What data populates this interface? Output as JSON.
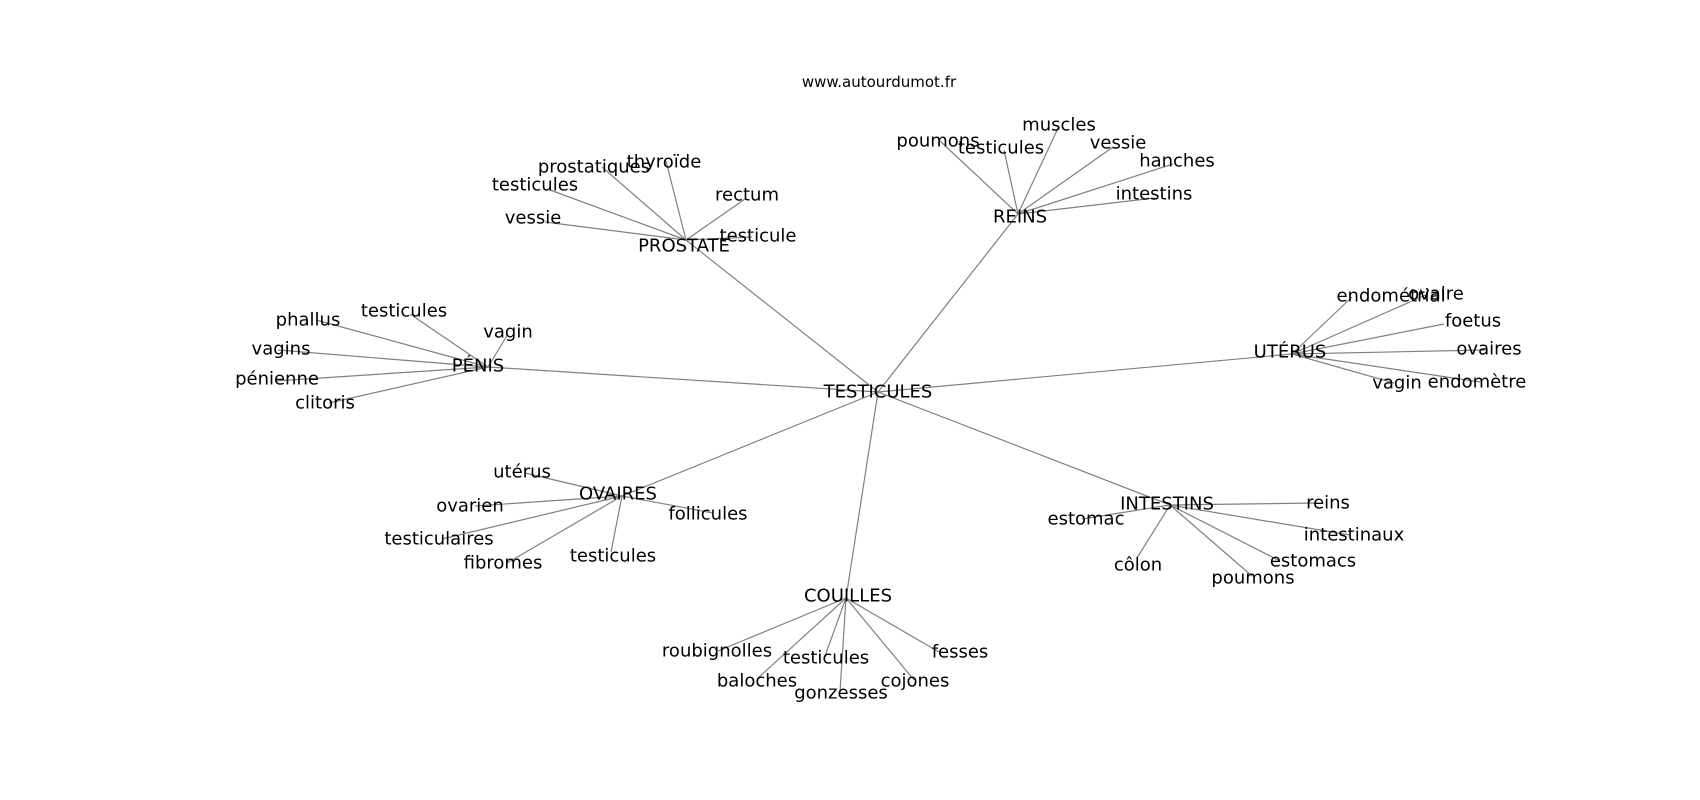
{
  "site": "www.autourdumot.fr",
  "colors": {
    "edge": "#808080",
    "text": "#000000",
    "background": "#ffffff"
  },
  "root": {
    "id": "root",
    "label": "TESTICULES"
  },
  "hubs": [
    {
      "id": "prostate",
      "label": "PROSTATE",
      "leaves": [
        "prostatiques",
        "thyroïde",
        "testicules",
        "rectum",
        "vessie",
        "testicule"
      ]
    },
    {
      "id": "reins",
      "label": "REINS",
      "leaves": [
        "poumons",
        "testicules",
        "muscles",
        "vessie",
        "hanches",
        "intestins"
      ]
    },
    {
      "id": "penis",
      "label": "PÉNIS",
      "leaves": [
        "testicules",
        "phallus",
        "vagin",
        "vagins",
        "pénienne",
        "clitoris"
      ]
    },
    {
      "id": "uterus",
      "label": "UTÉRUS",
      "leaves": [
        "endométrial",
        "ovaire",
        "foetus",
        "ovaires",
        "vagin",
        "endomètre"
      ]
    },
    {
      "id": "ovaires",
      "label": "OVAIRES",
      "leaves": [
        "utérus",
        "ovarien",
        "follicules",
        "testiculaires",
        "fibromes",
        "testicules"
      ]
    },
    {
      "id": "intestins",
      "label": "INTESTINS",
      "leaves": [
        "estomac",
        "reins",
        "intestinaux",
        "estomacs",
        "côlon",
        "poumons"
      ]
    },
    {
      "id": "couilles",
      "label": "COUILLES",
      "leaves": [
        "roubignolles",
        "testicules",
        "fesses",
        "baloches",
        "gonzesses",
        "cojones"
      ]
    }
  ]
}
